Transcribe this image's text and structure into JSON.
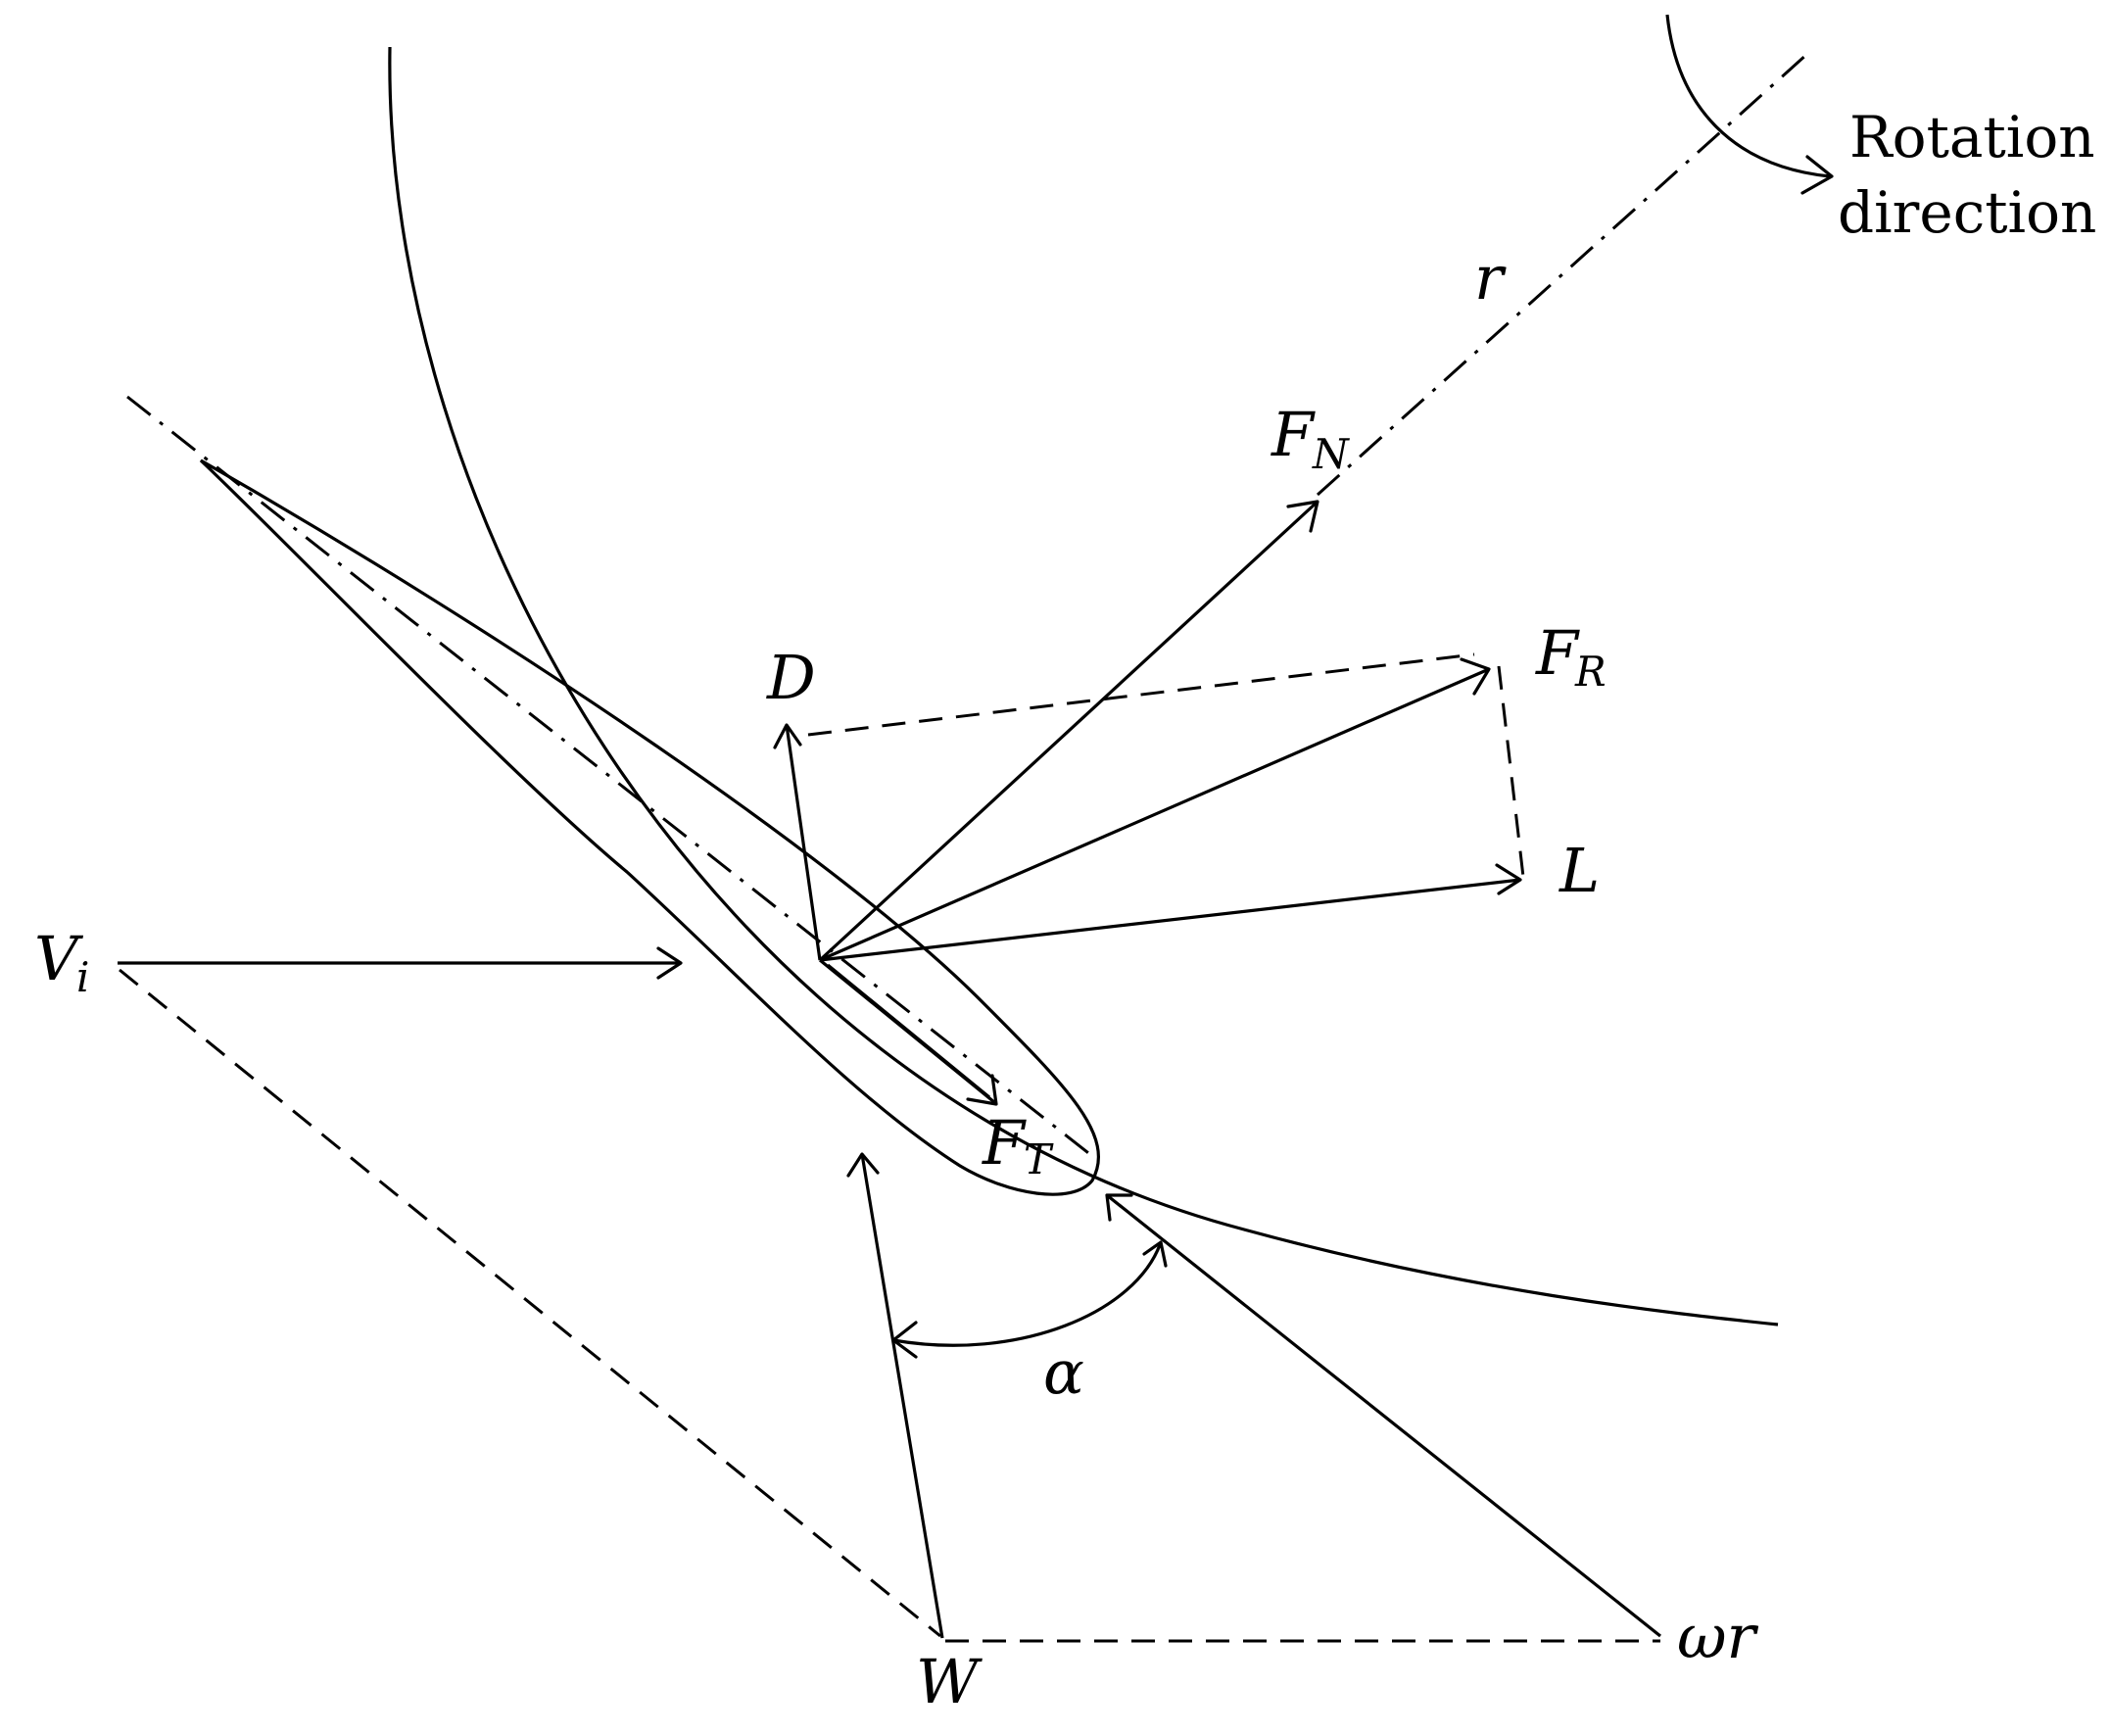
{
  "labels": {
    "r": "r",
    "rotation_direction_line1": "Rotation",
    "rotation_direction_line2": "direction",
    "F_N_main": "F",
    "F_N_sub": "N",
    "F_R_main": "F",
    "F_R_sub": "R",
    "D": "D",
    "L": "L",
    "V_i_main": "V",
    "V_i_sub": "i",
    "F_T_main": "F",
    "F_T_sub": "T",
    "alpha": "α",
    "W": "W",
    "omega_r": "ωr"
  }
}
